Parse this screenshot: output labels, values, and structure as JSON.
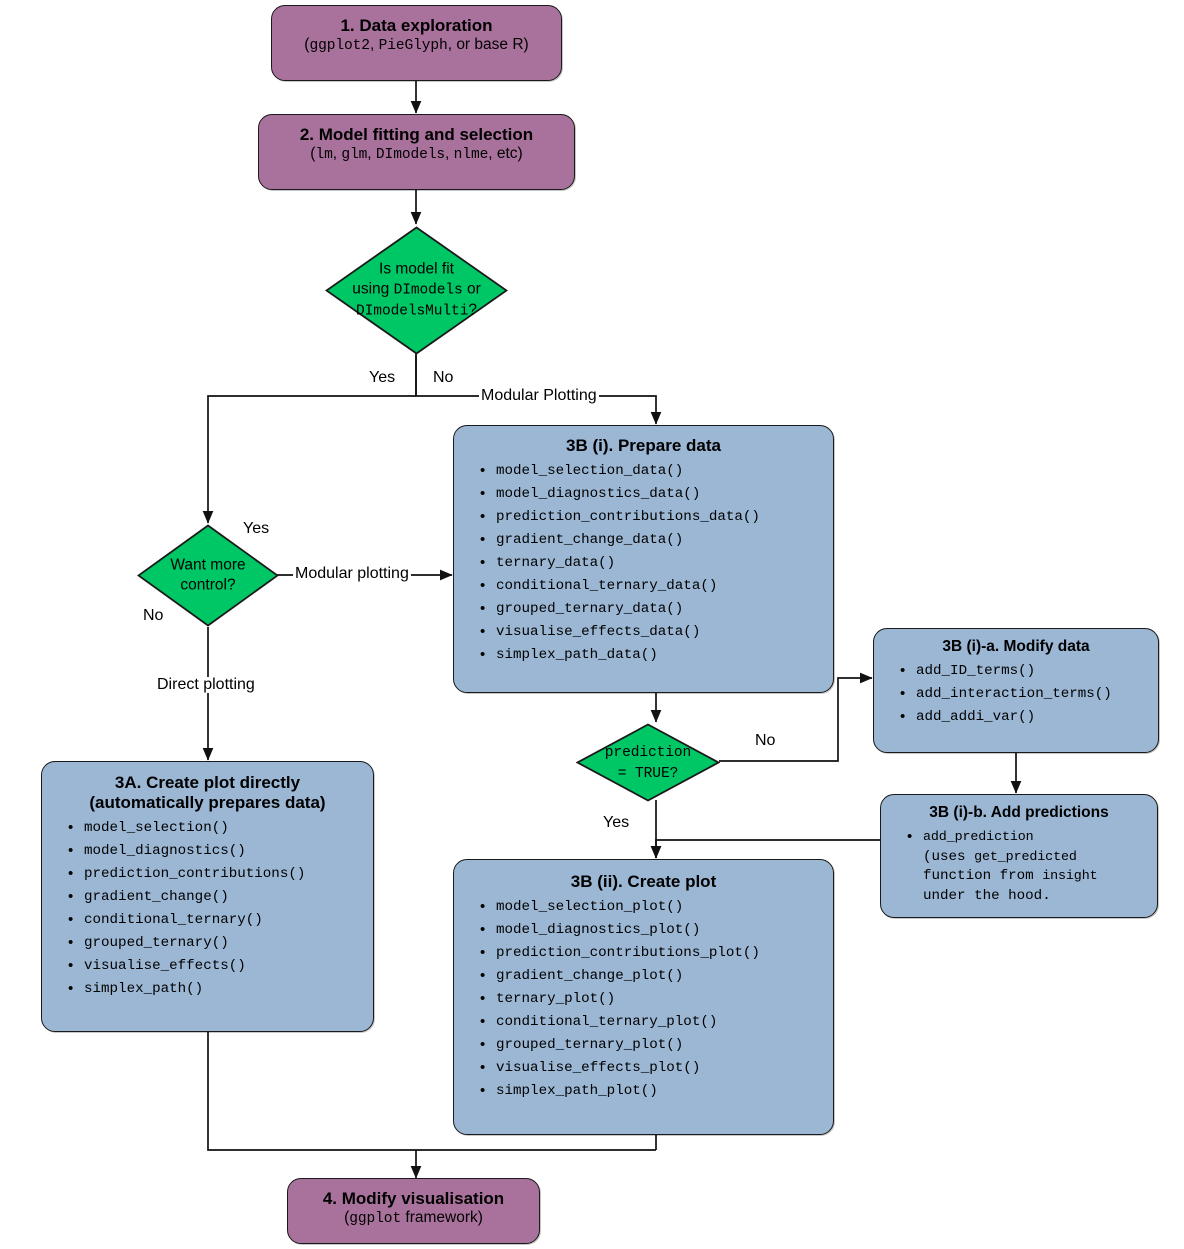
{
  "diagram": {
    "title": "DImodelsVis workflow flowchart",
    "colors": {
      "process_purple": "#a9729c",
      "process_blue": "#9bb7d4",
      "decision_green": "#00c765",
      "stroke": "#1a1a1a"
    }
  },
  "nodes": {
    "data_exploration": {
      "title": "1. Data exploration",
      "subtitle_parts": [
        "(",
        "ggplot2",
        ", ",
        "PieGlyph",
        ", or base R)"
      ],
      "sub_pre": "(",
      "sub_code1": "ggplot2",
      "sub_mid": ", ",
      "sub_code2": "PieGlyph",
      "sub_post": ", or base R)"
    },
    "model_fitting": {
      "title": "2. Model fitting and selection",
      "sub_pre": "(",
      "sub_code1": "lm",
      "sub_m1": ", ",
      "sub_code2": "glm",
      "sub_m2": ", ",
      "sub_code3": "DImodels",
      "sub_m3": ", ",
      "sub_code4": "nlme",
      "sub_post": ", etc)"
    },
    "decision_model_fit": {
      "line1": "Is model fit",
      "line2_pre": "using ",
      "line2_code": "DImodels",
      "line2_post": " or",
      "line3_code": "DImodelsMulti",
      "line3_post": "?"
    },
    "decision_control": {
      "line1": "Want more",
      "line2": "control?"
    },
    "prepare_data": {
      "title": "3B (i). Prepare data",
      "items": [
        "model_selection_data()",
        "model_diagnostics_data()",
        "prediction_contributions_data()",
        "gradient_change_data()",
        "ternary_data()",
        "conditional_ternary_data()",
        "grouped_ternary_data()",
        "visualise_effects_data()",
        "simplex_path_data()"
      ]
    },
    "create_plot_directly": {
      "title_line1": "3A. Create plot directly",
      "title_line2": "(automatically prepares data)",
      "items": [
        "model_selection()",
        "model_diagnostics()",
        "prediction_contributions()",
        "gradient_change()",
        "conditional_ternary()",
        "grouped_ternary()",
        "visualise_effects()",
        "simplex_path()"
      ]
    },
    "decision_prediction": {
      "line1": "prediction",
      "line2": "= TRUE?"
    },
    "modify_data": {
      "title": "3B (i)-a. Modify data",
      "items": [
        "add_ID_terms()",
        "add_interaction_terms()",
        "add_addi_var()"
      ]
    },
    "add_predictions": {
      "title": "3B (i)-b. Add predictions",
      "item_code1": "add_prediction",
      "item_line2_pre": "(uses ",
      "item_line2_code": "get_predicted",
      "item_line3_pre": "function from ",
      "item_line3_code": "insight",
      "item_line4": "under the hood."
    },
    "create_plot": {
      "title": "3B (ii). Create plot",
      "items": [
        "model_selection_plot()",
        "model_diagnostics_plot()",
        "prediction_contributions_plot()",
        "gradient_change_plot()",
        "ternary_plot()",
        "conditional_ternary_plot()",
        "grouped_ternary_plot()",
        "visualise_effects_plot()",
        "simplex_path_plot()"
      ]
    },
    "modify_visualisation": {
      "title": "4. Modify visualisation",
      "sub_pre": "(",
      "sub_code": "ggplot",
      "sub_post": " framework)"
    }
  },
  "edge_labels": {
    "yes_model_fit": "Yes",
    "no_model_fit": "No",
    "modular_plotting_top": "Modular Plotting",
    "yes_control": "Yes",
    "no_control": "No",
    "modular_plotting_mid": "Modular plotting",
    "direct_plotting": "Direct plotting",
    "no_prediction": "No",
    "yes_prediction": "Yes"
  }
}
